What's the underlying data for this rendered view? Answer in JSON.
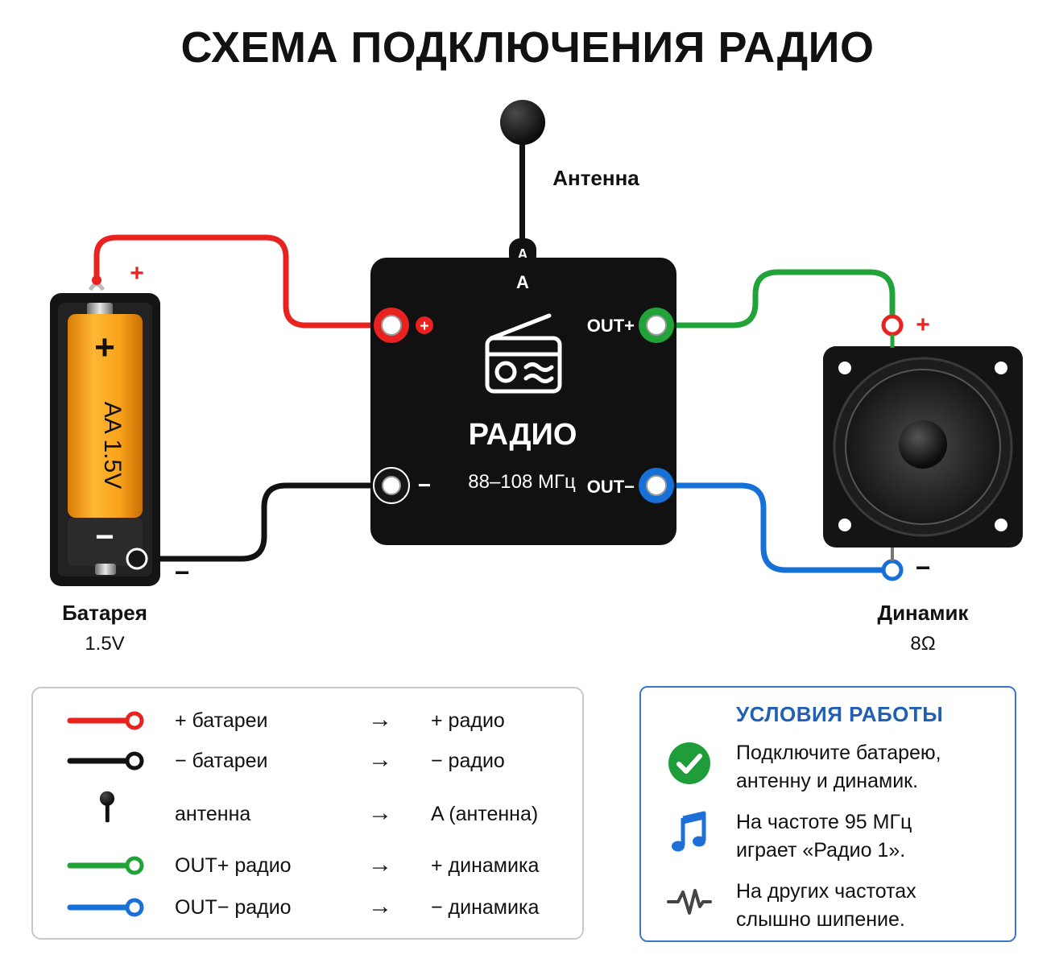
{
  "title": "СХЕМА ПОДКЛЮЧЕНИЯ РАДИО",
  "antenna": {
    "label": "Антенна",
    "terminal": "A"
  },
  "battery": {
    "name": "Батарея",
    "voltage": "1.5V",
    "cell_text": "AA 1.5V",
    "plus": "+",
    "minus": "−",
    "color": "#f7a21b"
  },
  "radio": {
    "name": "РАДИО",
    "frequency": "88–108 МГц",
    "plus_sign": "+",
    "minus_sign": "−",
    "out_plus": "OUT+",
    "out_minus": "OUT−"
  },
  "speaker": {
    "name": "Динамик",
    "impedance": "8Ω",
    "plus": "+",
    "minus": "−"
  },
  "wire_colors": {
    "red": "#e8231f",
    "black": "#111111",
    "green": "#22a33a",
    "blue": "#1670d8"
  },
  "legend": [
    {
      "wire": "red",
      "from": "+ батареи",
      "arrow": "→",
      "to": "+ радио"
    },
    {
      "wire": "black",
      "from": "− батареи",
      "arrow": "→",
      "to": "− радио"
    },
    {
      "wire": "antenna",
      "from": "антенна",
      "arrow": "→",
      "to": "A (антенна)"
    },
    {
      "wire": "green",
      "from": "OUT+  радио",
      "arrow": "→",
      "to": "+ динамика"
    },
    {
      "wire": "blue",
      "from": "OUT−  радио",
      "arrow": "→",
      "to": "− динамика"
    }
  ],
  "conditions": {
    "heading": "УСЛОВИЯ РАБОТЫ",
    "items": [
      {
        "icon": "check-circle-icon",
        "line1": "Подключите батарею,",
        "line2": "антенну и динамик."
      },
      {
        "icon": "music-note-icon",
        "line1": "На частоте 95 МГц",
        "line2": "играет «Радио 1»."
      },
      {
        "icon": "noise-wave-icon",
        "line1": "На других частотах",
        "line2": "слышно шипение."
      }
    ]
  }
}
